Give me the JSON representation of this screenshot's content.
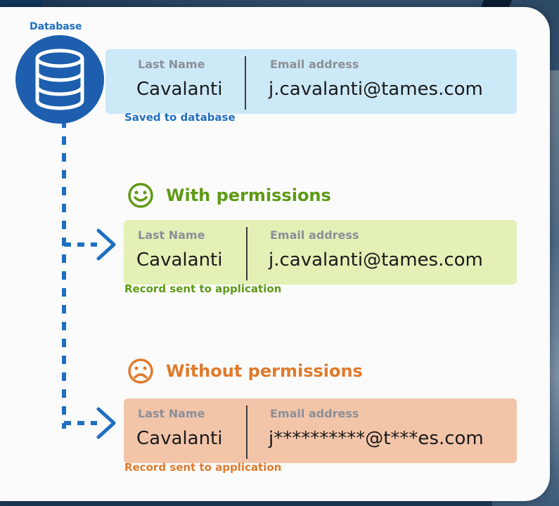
{
  "database": {
    "label": "Database",
    "icon": "database-icon",
    "record": {
      "last_name_header": "Last Name",
      "last_name_value": "Cavalanti",
      "email_header": "Email address",
      "email_value": "j.cavalanti@tames.com"
    },
    "caption": "Saved to database",
    "caption_color": "#1f6fc0"
  },
  "with_permissions": {
    "heading": "With permissions",
    "icon": "smiley-face-icon",
    "color": "#5e9a14",
    "record": {
      "last_name_header": "Last Name",
      "last_name_value": "Cavalanti",
      "email_header": "Email address",
      "email_value": "j.cavalanti@tames.com"
    },
    "caption": "Record sent to application"
  },
  "without_permissions": {
    "heading": "Without permissions",
    "icon": "sad-face-icon",
    "color": "#e07a2a",
    "record": {
      "last_name_header": "Last Name",
      "last_name_value": "Cavalanti",
      "email_header": "Email address",
      "email_value": "j**********@t***es.com"
    },
    "caption": "Record sent to application"
  },
  "colors": {
    "blue_box": "#cce9f8",
    "green_box": "#e3f0b6",
    "orange_box": "#f2c5a9",
    "connector": "#1f6fc0"
  }
}
